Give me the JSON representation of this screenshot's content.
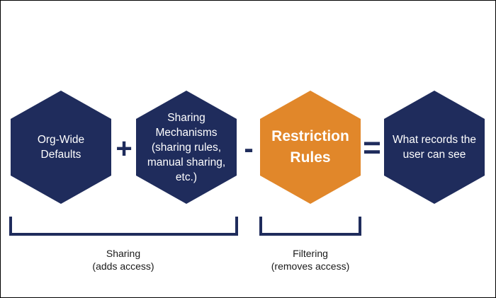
{
  "colors": {
    "navy": "#1f2c5c",
    "orange": "#e1872a",
    "hex_text": "#ffffff"
  },
  "nodes": [
    {
      "lines": [
        "Org-Wide",
        "Defaults"
      ]
    },
    {
      "lines": [
        "Sharing",
        "Mechanisms",
        "(sharing rules,",
        "manual sharing,",
        "etc.)"
      ]
    },
    {
      "lines": [
        "Restriction",
        "Rules"
      ]
    },
    {
      "lines": [
        "What records the",
        "user can see"
      ]
    }
  ],
  "operators": {
    "plus": "+",
    "minus": "-",
    "equals": "="
  },
  "groups": {
    "sharing": {
      "title": "Sharing",
      "subtitle": "(adds access)"
    },
    "filtering": {
      "title": "Filtering",
      "subtitle": "(removes access)"
    }
  }
}
